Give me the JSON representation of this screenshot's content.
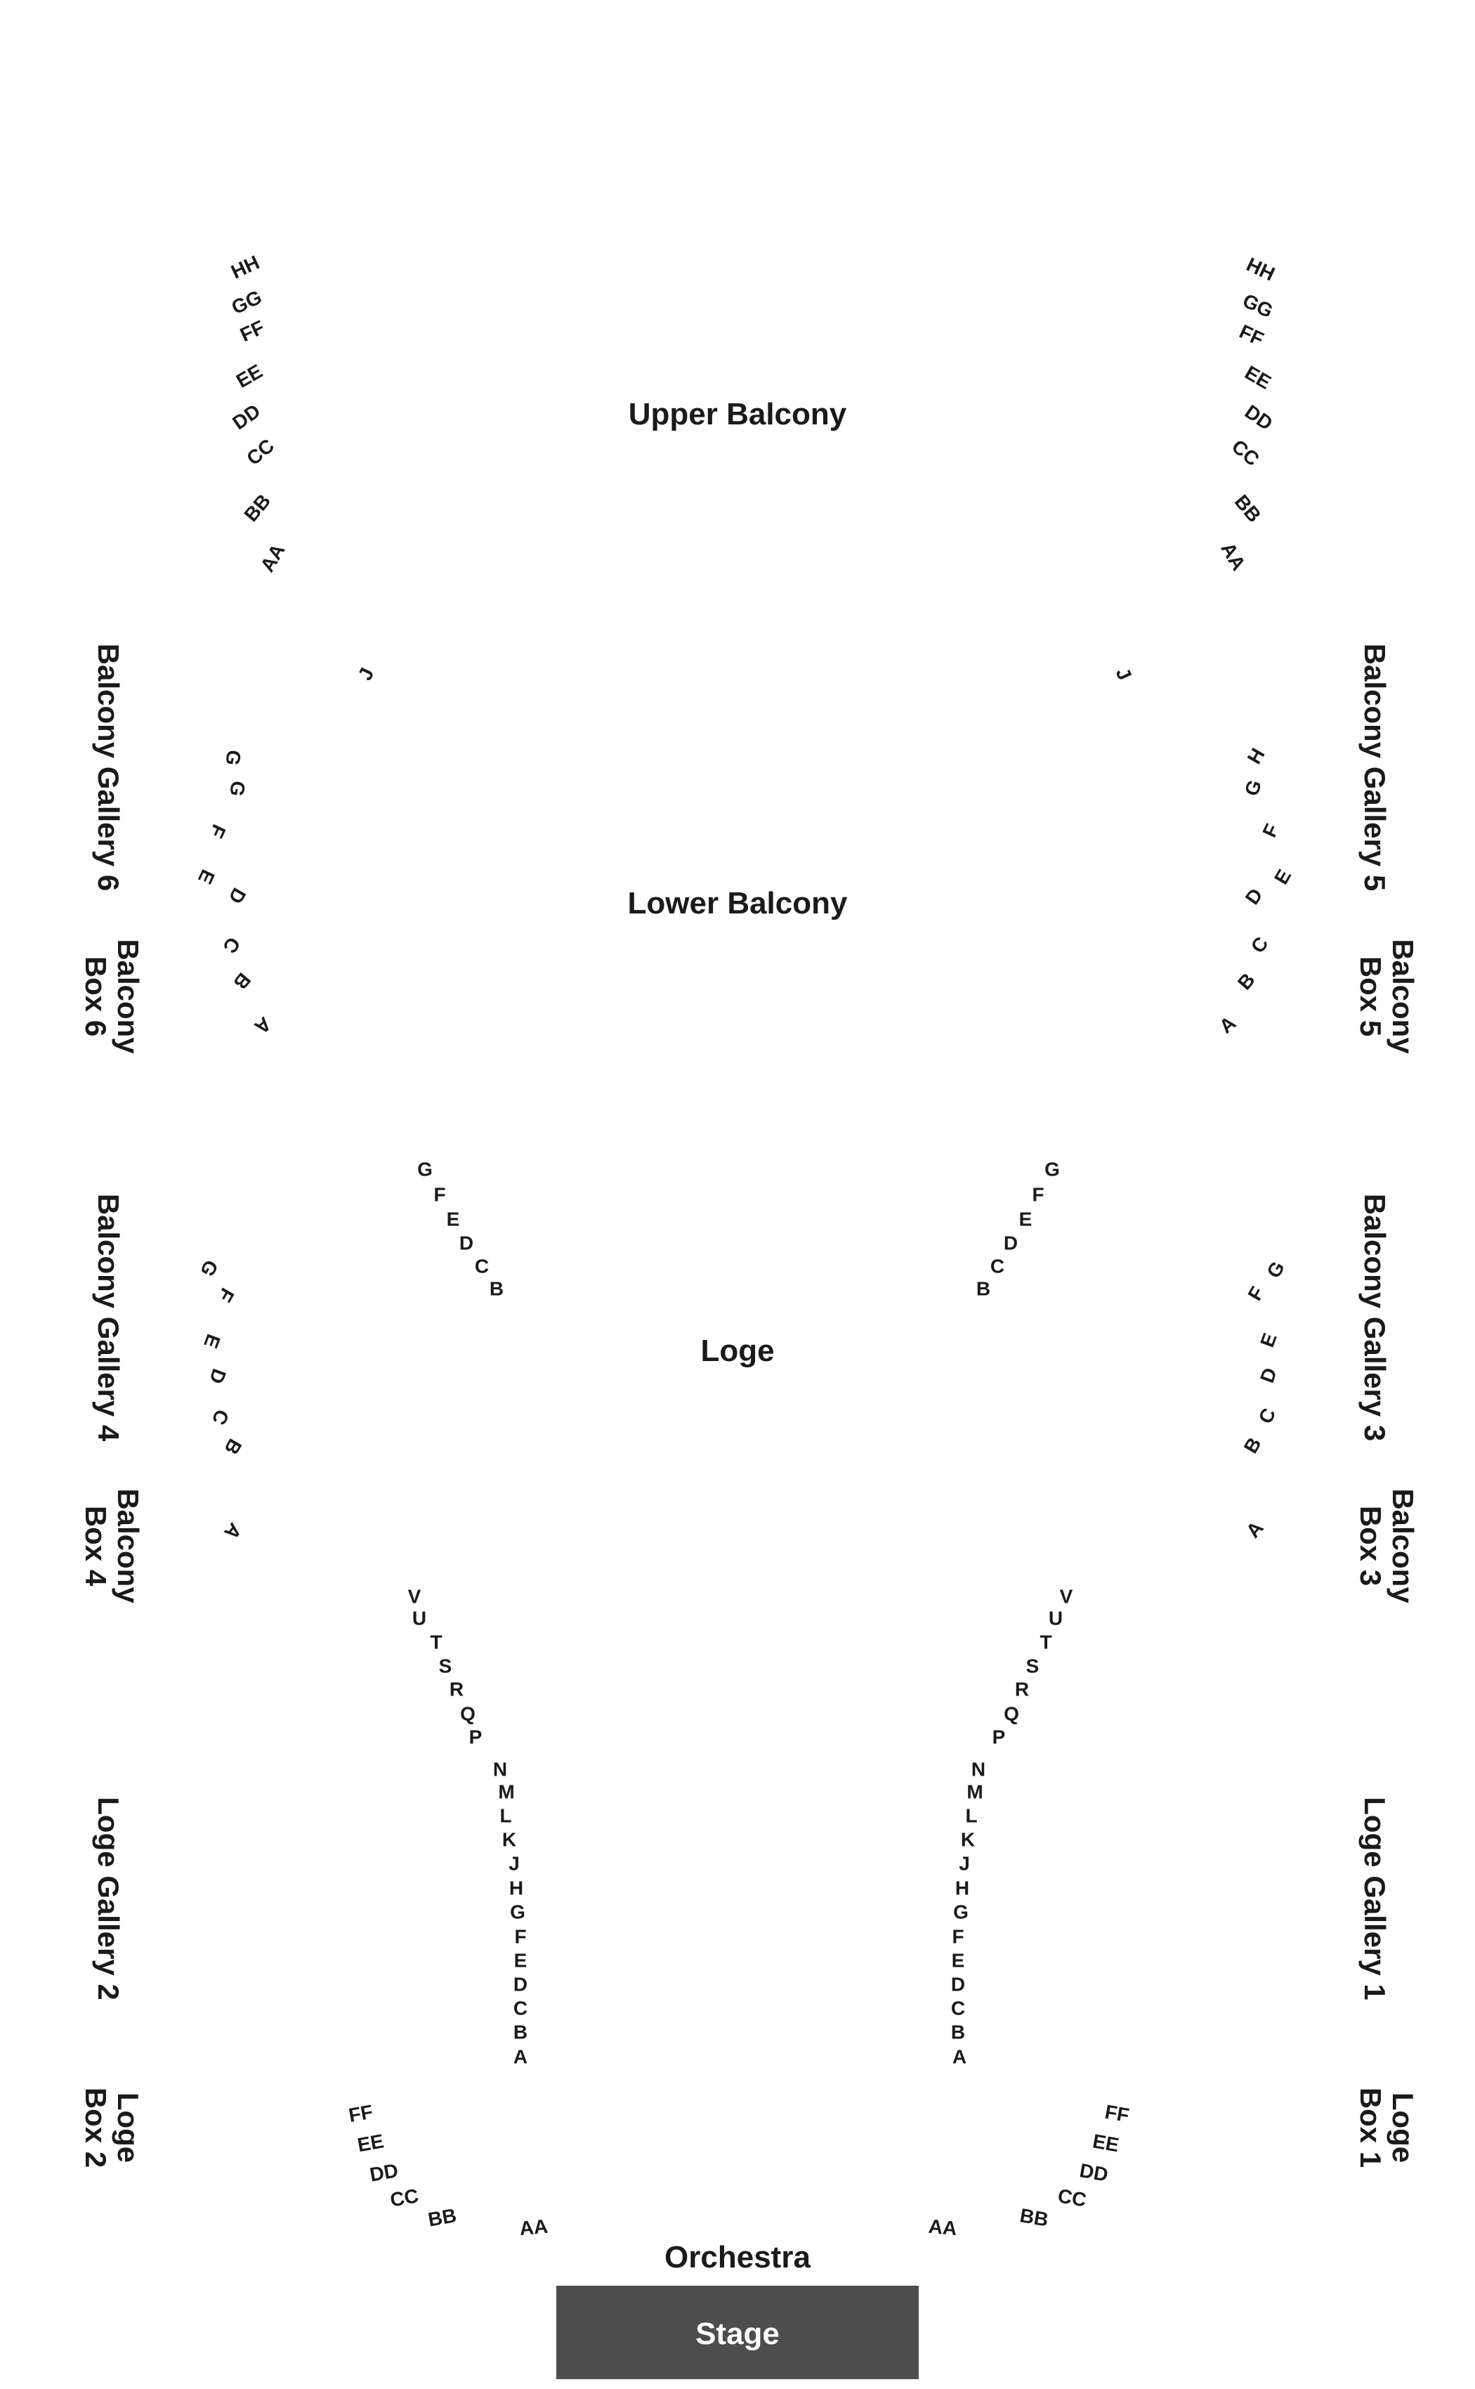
{
  "sections": {
    "upper_balcony": "Upper Balcony",
    "lower_balcony": "Lower Balcony",
    "loge": "Loge",
    "orchestra": "Orchestra",
    "stage": "Stage"
  },
  "side_areas": {
    "balcony_gallery_6": "Balcony Gallery 6",
    "balcony_gallery_5": "Balcony Gallery 5",
    "balcony_box_6": [
      "Balcony",
      "Box 6"
    ],
    "balcony_box_5": [
      "Balcony",
      "Box 5"
    ],
    "balcony_gallery_4": "Balcony Gallery 4",
    "balcony_gallery_3": "Balcony Gallery 3",
    "balcony_box_4": [
      "Balcony",
      "Box 4"
    ],
    "balcony_box_3": [
      "Balcony",
      "Box 3"
    ],
    "loge_gallery_2": "Loge Gallery 2",
    "loge_gallery_1": "Loge Gallery 1",
    "loge_box_2": [
      "Loge",
      "Box 2"
    ],
    "loge_box_1": [
      "Loge",
      "Box 1"
    ]
  },
  "rows": {
    "upper_balcony_left": [
      "HH",
      "GG",
      "FF",
      "EE",
      "DD",
      "CC",
      "BB",
      "AA"
    ],
    "upper_balcony_right": [
      "HH",
      "GG",
      "FF",
      "EE",
      "DD",
      "CC",
      "BB",
      "AA"
    ],
    "lower_balcony_left": [
      "J",
      "G",
      "G",
      "F",
      "E",
      "D",
      "C",
      "B",
      "A"
    ],
    "lower_balcony_right": [
      "J",
      "H",
      "G",
      "F",
      "E",
      "D",
      "C",
      "B",
      "A"
    ],
    "loge_center_left": [
      "G",
      "F",
      "E",
      "D",
      "C",
      "B"
    ],
    "loge_center_right": [
      "G",
      "F",
      "E",
      "D",
      "C",
      "B"
    ],
    "loge_side_left": [
      "G",
      "F",
      "E",
      "D",
      "C",
      "B",
      "A"
    ],
    "loge_side_right": [
      "G",
      "F",
      "E",
      "D",
      "C",
      "B",
      "A"
    ],
    "orchestra_left": [
      "V",
      "U",
      "T",
      "S",
      "R",
      "Q",
      "P",
      "N",
      "M",
      "L",
      "K",
      "J",
      "H",
      "G",
      "F",
      "E",
      "D",
      "C",
      "B",
      "A"
    ],
    "orchestra_right": [
      "V",
      "U",
      "T",
      "S",
      "R",
      "Q",
      "P",
      "N",
      "M",
      "L",
      "K",
      "J",
      "H",
      "G",
      "F",
      "E",
      "D",
      "C",
      "B",
      "A"
    ],
    "orchestra_front_left": [
      "FF",
      "EE",
      "DD",
      "CC",
      "BB",
      "AA"
    ],
    "orchestra_front_right": [
      "FF",
      "EE",
      "DD",
      "CC",
      "BB",
      "AA"
    ]
  },
  "colors": {
    "stage": "#4d4d4d",
    "text": "#1a1a1a"
  }
}
